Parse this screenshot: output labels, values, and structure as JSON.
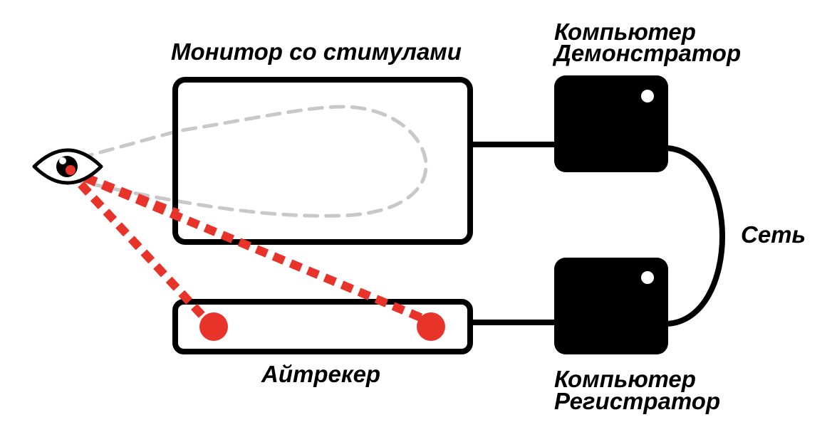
{
  "labels": {
    "monitor": "Монитор со стимулами",
    "presenter_line1": "Компьютер",
    "presenter_line2": "Демонстратор",
    "network": "Сеть",
    "eyetracker": "Айтрекер",
    "recorder_line1": "Компьютер",
    "recorder_line2": "Регистратор"
  },
  "colors": {
    "stroke": "#000000",
    "gaze_path": "#c8c8c8",
    "sensor": "#e8332a",
    "background": "#ffffff"
  },
  "icons": {
    "eye": "eye-icon"
  }
}
